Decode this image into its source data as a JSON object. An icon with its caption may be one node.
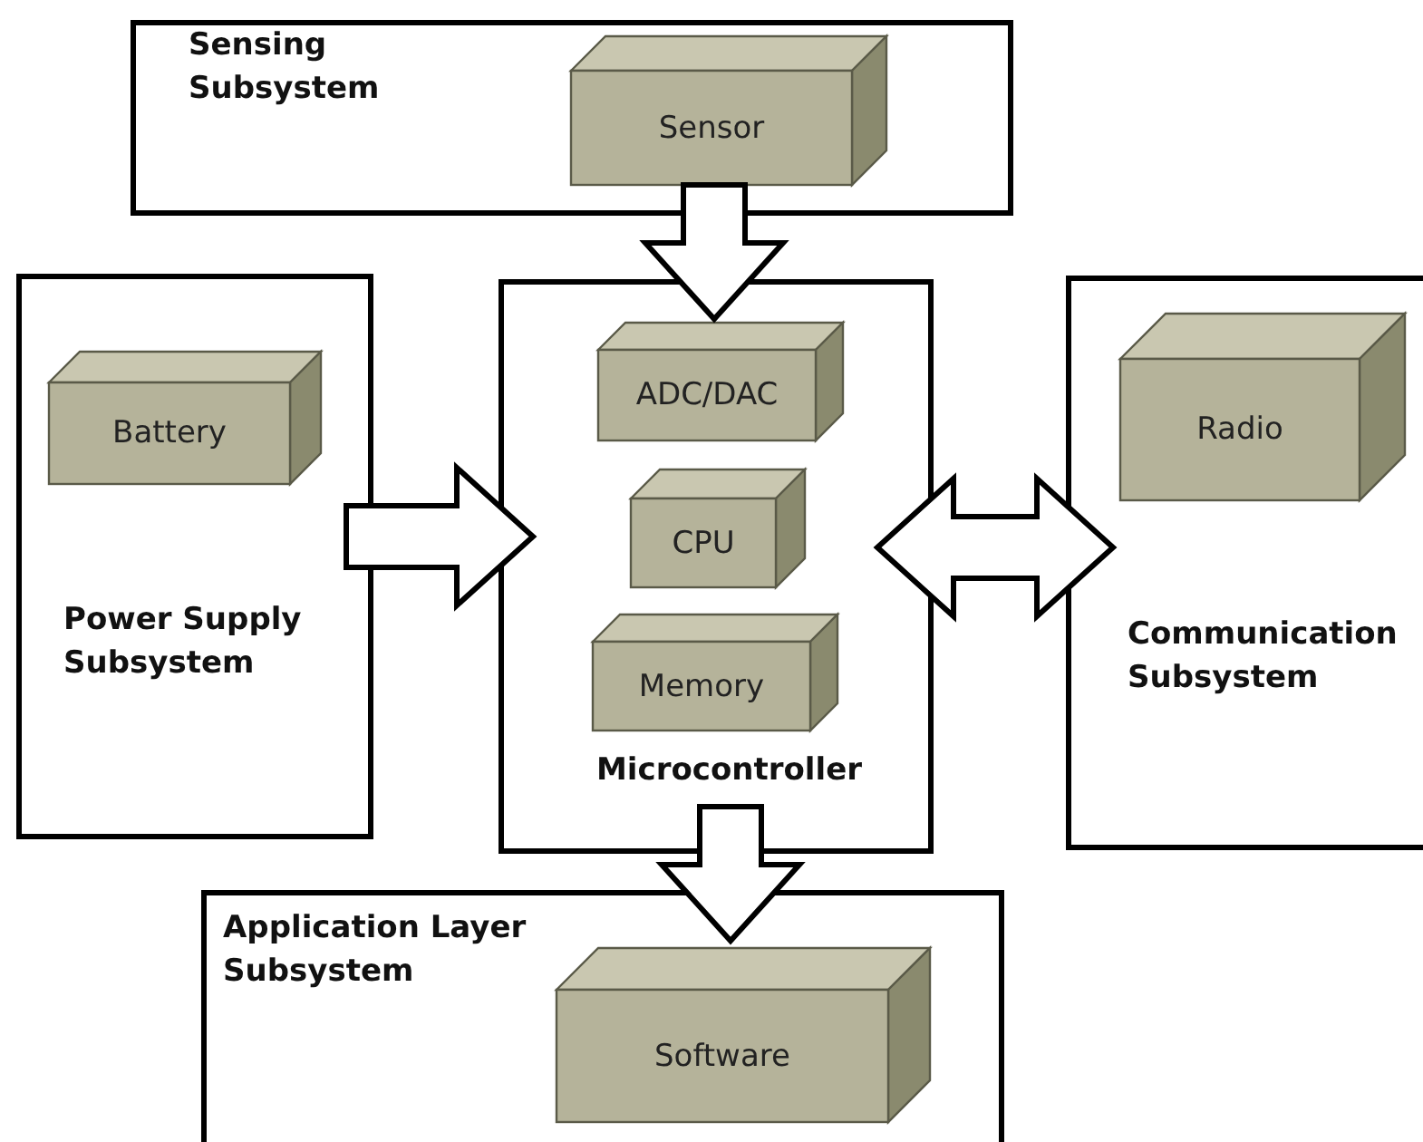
{
  "diagram": {
    "nodes": [
      {
        "text": [
          "Sensing Subsystem"
        ]
      },
      {
        "text": [
          "Sensor"
        ],
        "in": 0
      },
      {
        "text": [
          "Power Supply Subsystem"
        ]
      },
      {
        "text": [
          "Battery"
        ],
        "in": 2
      },
      {
        "text": [
          "Microcontroller"
        ]
      },
      {
        "text": [
          "ADC/DAC"
        ],
        "in": 4
      },
      {
        "text": [
          "CPU"
        ],
        "in": 4
      },
      {
        "text": [
          "Memory"
        ],
        "in": 4
      },
      {
        "text": [
          "Communication Subsystem"
        ]
      },
      {
        "text": [
          "Radio"
        ],
        "in": 8
      },
      {
        "text": [
          "Application Layer Subsystem"
        ]
      },
      {
        "text": [
          "Software"
        ],
        "in": 10
      }
    ],
    "edges": [
      {
        "from": 1,
        "to": 4,
        "arrow": "to",
        "style": "thick"
      },
      {
        "from": 2,
        "to": 4,
        "arrow": "to",
        "style": "thick"
      },
      {
        "from": 4,
        "to": 8,
        "arrow": "both",
        "style": "thick"
      },
      {
        "from": 4,
        "to": 10,
        "arrow": "to",
        "style": "thick"
      }
    ]
  }
}
